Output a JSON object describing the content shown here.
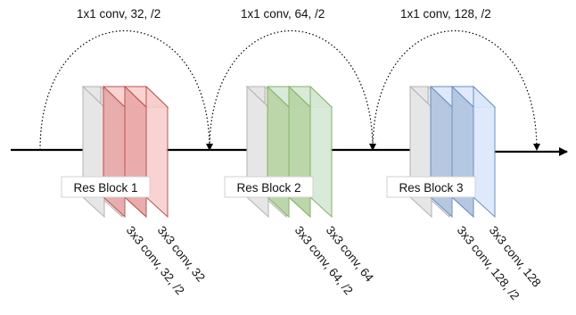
{
  "skip_labels": [
    "1x1 conv, 32, /2",
    "1x1 conv, 64, /2",
    "1x1 conv, 128, /2"
  ],
  "blocks": [
    {
      "label": "Res Block 1",
      "conv_a": "3x3 conv, 32, /2",
      "conv_b": "3x3 conv, 32",
      "colors": {
        "fill": "#e8a6a6",
        "stroke": "#b85450",
        "light": "#f8cecc"
      }
    },
    {
      "label": "Res Block 2",
      "conv_a": "3x3 conv, 64, /2",
      "conv_b": "3x3 conv, 64",
      "colors": {
        "fill": "#b7d4a3",
        "stroke": "#82b366",
        "light": "#d5e8d4"
      }
    },
    {
      "label": "Res Block 3",
      "conv_a": "3x3 conv, 128, /2",
      "conv_b": "3x3 conv, 128",
      "colors": {
        "fill": "#b0c4e0",
        "stroke": "#6c8ebf",
        "light": "#dae8fc"
      }
    }
  ],
  "colors": {
    "input_slab_fill": "#e6e6e6",
    "input_slab_stroke": "#b3b3b3",
    "arrow": "#000000"
  }
}
